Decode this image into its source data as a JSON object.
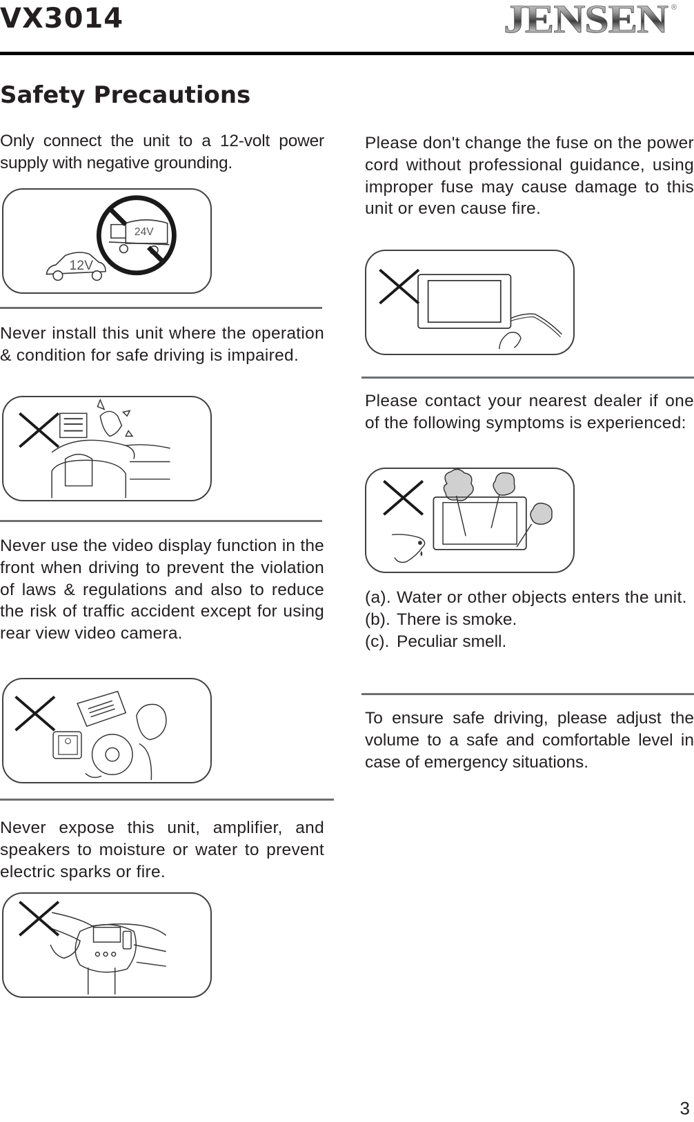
{
  "header": {
    "model": "VX3014",
    "brand_logo": "JENSEN",
    "registered_mark": "®"
  },
  "page_title": "Safety Precautions",
  "left_column": [
    {
      "text": "Only connect the unit to a 12-volt power supply with negative grounding.",
      "illustration": {
        "icon": "vehicle-voltage-prohibited-icon",
        "labels": [
          "24V",
          "12V"
        ]
      }
    },
    {
      "text": "Never install this unit where the operation & condition for safe driving is impaired.",
      "illustration": {
        "icon": "driver-impaired-prohibited-icon"
      }
    },
    {
      "text": "Never use the video display function in the front when driving to prevent the violation of laws & regulations and also to reduce the risk of traffic accident except for using rear view video camera.",
      "illustration": {
        "icon": "driver-watching-video-prohibited-icon"
      }
    },
    {
      "text": "Never expose this unit, amplifier, and speakers to moisture or water to prevent electric sparks or fire.",
      "illustration": {
        "icon": "water-on-dashboard-prohibited-icon"
      }
    }
  ],
  "right_column": [
    {
      "text": "Please don't change the fuse on the power cord without professional guidance, using improper fuse may cause damage to this unit or even cause fire.",
      "illustration": {
        "icon": "fuse-change-prohibited-icon"
      }
    },
    {
      "text": "Please contact your nearest dealer if one of the following symptoms is experienced:",
      "illustration": {
        "icon": "smoke-water-unit-prohibited-icon"
      },
      "symptoms": [
        {
          "marker": "(a).",
          "text": "Water or other objects enters the unit."
        },
        {
          "marker": "(b).",
          "text": "There is smoke."
        },
        {
          "marker": "(c).",
          "text": "Peculiar smell."
        }
      ]
    },
    {
      "text": "To ensure safe driving, please adjust the volume to a safe and comfortable level in case of emergency situations."
    }
  ],
  "footer": {
    "page_number": "3"
  }
}
